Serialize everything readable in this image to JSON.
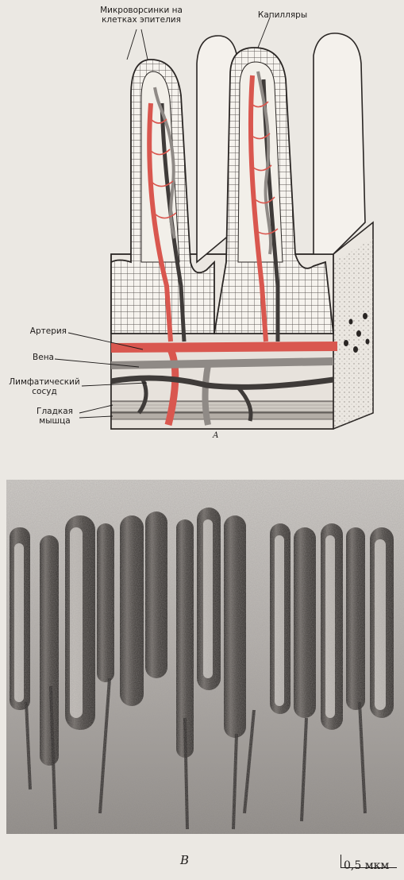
{
  "figure": {
    "panel_a": {
      "letter": "А",
      "labels": {
        "microvilli": "Микроворсинки на клетках эпителия",
        "capillaries": "Капилляры",
        "artery": "Артерия",
        "vein": "Вена",
        "lymph_vessel": "Лимфатический сосуд",
        "smooth_muscle": "Гладкая мышца"
      }
    },
    "panel_b": {
      "letter": "B",
      "scale_bar": "0,5 мкм"
    }
  },
  "colors": {
    "background": "#ebe8e3",
    "artery_red": "#d9574f",
    "vein_gray": "#8f8a86",
    "dark_vessel": "#3f3b39",
    "ink": "#1e1b1a"
  }
}
